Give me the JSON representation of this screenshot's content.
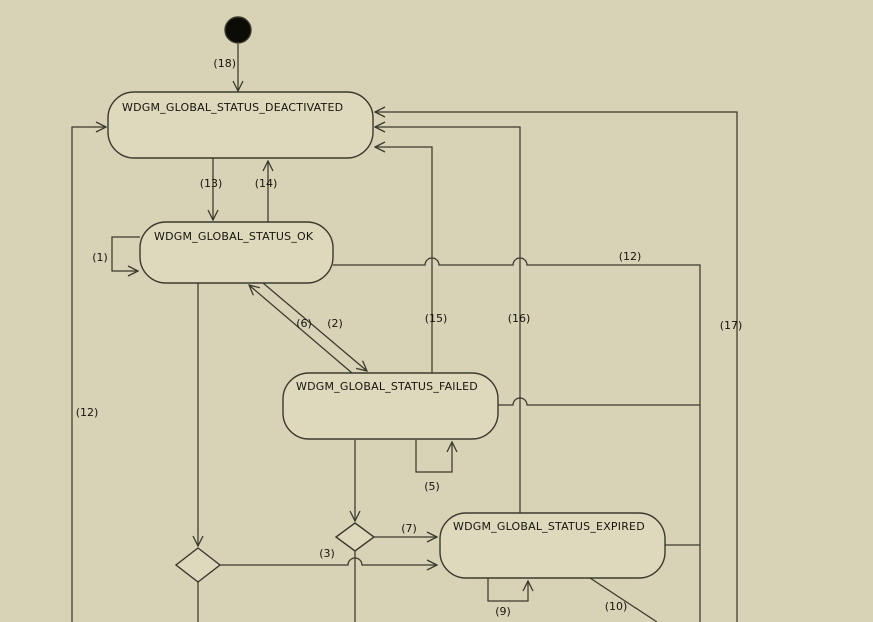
{
  "diagram": {
    "kind": "uml-state-machine",
    "colors": {
      "background": "#d8d2b7",
      "node_fill": "#ded8bd",
      "stroke": "#3a3a2c",
      "initial_fill": "#0c0c06"
    },
    "states": [
      {
        "label": "WDGM_GLOBAL_STATUS_DEACTIVATED"
      },
      {
        "label": "WDGM_GLOBAL_STATUS_OK"
      },
      {
        "label": "WDGM_GLOBAL_STATUS_FAILED"
      },
      {
        "label": "WDGM_GLOBAL_STATUS_EXPIRED"
      }
    ],
    "transition_labels": {
      "t1": "(1)",
      "t2": "(2)",
      "t3": "(3)",
      "t5": "(5)",
      "t6": "(6)",
      "t7": "(7)",
      "t9": "(9)",
      "t10": "(10)",
      "t12_left": "(12)",
      "t12_right": "(12)",
      "t13": "(13)",
      "t14": "(14)",
      "t15": "(15)",
      "t16": "(16)",
      "t17": "(17)",
      "t18": "(18)"
    }
  }
}
